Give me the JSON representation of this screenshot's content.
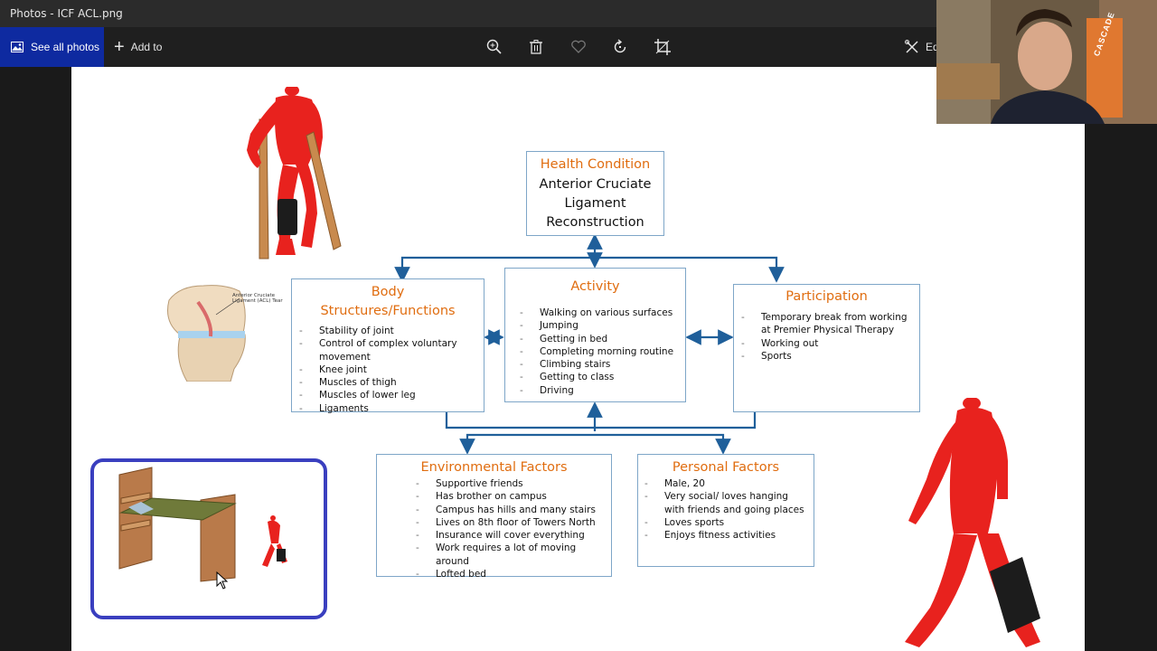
{
  "window": {
    "title": "Photos - ICF ACL.png"
  },
  "toolbar": {
    "see_all": "See all photos",
    "add_to": "Add to",
    "edit": "Ed"
  },
  "diagram": {
    "health_condition": {
      "title": "Health Condition",
      "lines": [
        "Anterior Cruciate",
        "Ligament",
        "Reconstruction"
      ]
    },
    "body": {
      "title_1": "Body",
      "title_2": "Structures/Functions",
      "items": [
        "Stability of joint",
        "Control of complex voluntary movement",
        "Knee joint",
        "Muscles of thigh",
        "Muscles of lower leg",
        "Ligaments"
      ]
    },
    "activity": {
      "title": "Activity",
      "items": [
        "Walking on various surfaces",
        "Jumping",
        "Getting in bed",
        "Completing morning routine",
        "Climbing stairs",
        "Getting to class",
        "Driving"
      ]
    },
    "participation": {
      "title": "Participation",
      "items": [
        "Temporary break from working at Premier Physical Therapy",
        "Working out",
        "Sports"
      ]
    },
    "environmental": {
      "title": "Environmental Factors",
      "items": [
        "Supportive friends",
        "Has brother on campus",
        "Campus has hills and many stairs",
        "Lives on 8th floor of Towers North",
        "Insurance will cover everything",
        "Work requires a lot of moving around",
        "Lofted bed"
      ]
    },
    "personal": {
      "title": "Personal Factors",
      "items": [
        "Male, 20",
        "Very social/ loves hanging with friends and going places",
        "Loves sports",
        "Enjoys fitness activities"
      ]
    },
    "knee_caption": "Anterior Cruciate Ligament (ACL) Tear",
    "webcam_poster": "CASCADE"
  },
  "colors": {
    "accent_orange": "#e06d10",
    "arrow_blue": "#1f5f9a",
    "see_all_bg": "#0e2aa0",
    "frame_blue": "#3a3fbf",
    "figure_red": "#e8221e"
  }
}
